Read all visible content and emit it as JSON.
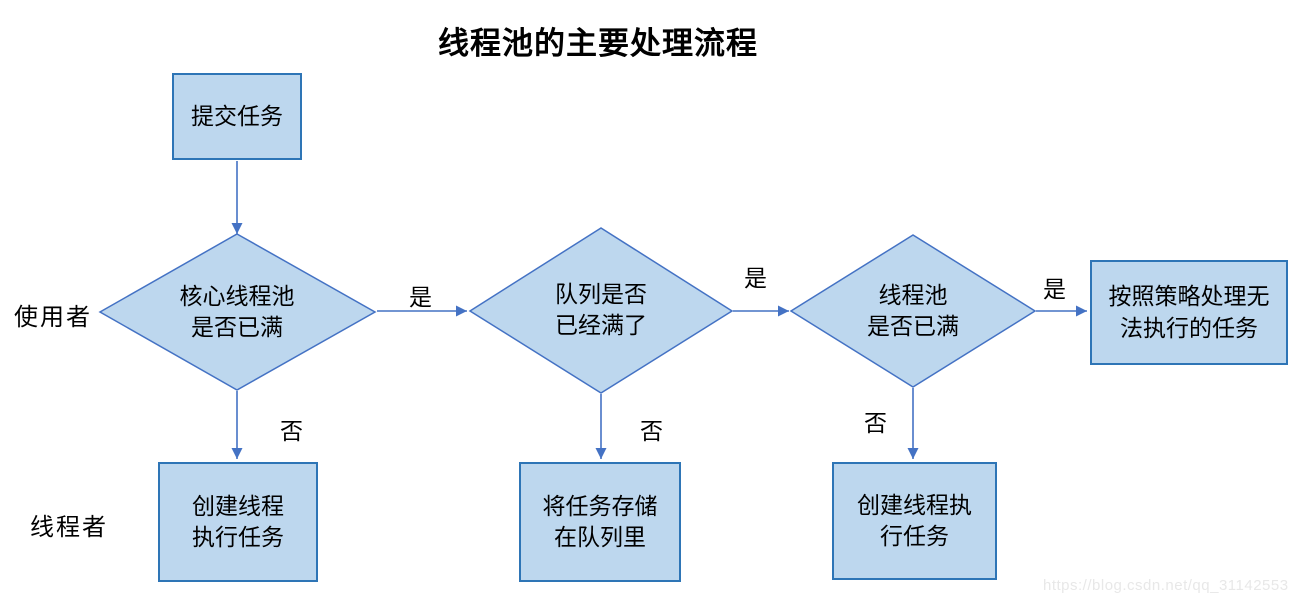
{
  "title": "线程池的主要处理流程",
  "colors": {
    "node_fill": "#bdd7ee",
    "rect_border": "#2e75b6",
    "diamond_border": "#4472c4",
    "connector": "#4472c4",
    "text": "#000000",
    "watermark": "#e8e8e8"
  },
  "lanes": {
    "user": "使用者",
    "worker": "线程者"
  },
  "nodes": {
    "submit": {
      "label": "提交任务"
    },
    "core_pool_full": {
      "label": "核心线程池\n是否已满"
    },
    "queue_full": {
      "label": "队列是否\n已经满了"
    },
    "pool_full": {
      "label": "线程池\n是否已满"
    },
    "strategy": {
      "label": "按照策略处理无\n法执行的任务"
    },
    "create_thread_1": {
      "label": "创建线程\n执行任务"
    },
    "store_in_queue": {
      "label": "将任务存储\n在队列里"
    },
    "create_thread_2": {
      "label": "创建线程执\n行任务"
    }
  },
  "edges": {
    "yes1": "是",
    "yes2": "是",
    "yes3": "是",
    "no1": "否",
    "no2": "否",
    "no3": "否"
  },
  "watermark": "https://blog.csdn.net/qq_31142553"
}
